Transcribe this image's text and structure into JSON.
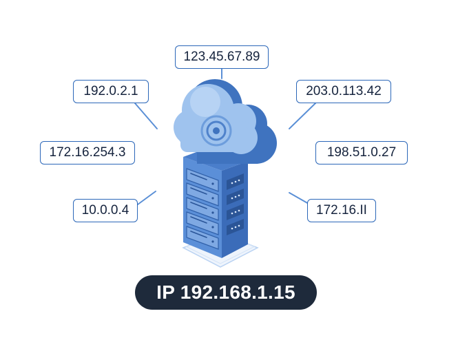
{
  "addresses": {
    "top": "123.45.67.89",
    "upper_left": "192.0.2.1",
    "upper_right": "203.0.113.42",
    "middle_left": "172.16.254.3",
    "middle_right": "198.51.0.27",
    "lower_left": "10.0.0.4",
    "lower_right": "172.16.II"
  },
  "main_ip": "IP 192.168.1.15",
  "icons": {
    "cloud": "cloud-icon",
    "target": "target-icon",
    "server": "server-rack-icon"
  },
  "colors": {
    "box_border": "#2a66b8",
    "box_text": "#15233d",
    "connector": "#5a8fd6",
    "cloud_light": "#9fc3ee",
    "cloud_dark": "#3f73bf",
    "server_front": "#5b8fd8",
    "server_side": "#3b6cb9",
    "pill_background": "#1e2a3b",
    "pill_text": "#ffffff"
  }
}
